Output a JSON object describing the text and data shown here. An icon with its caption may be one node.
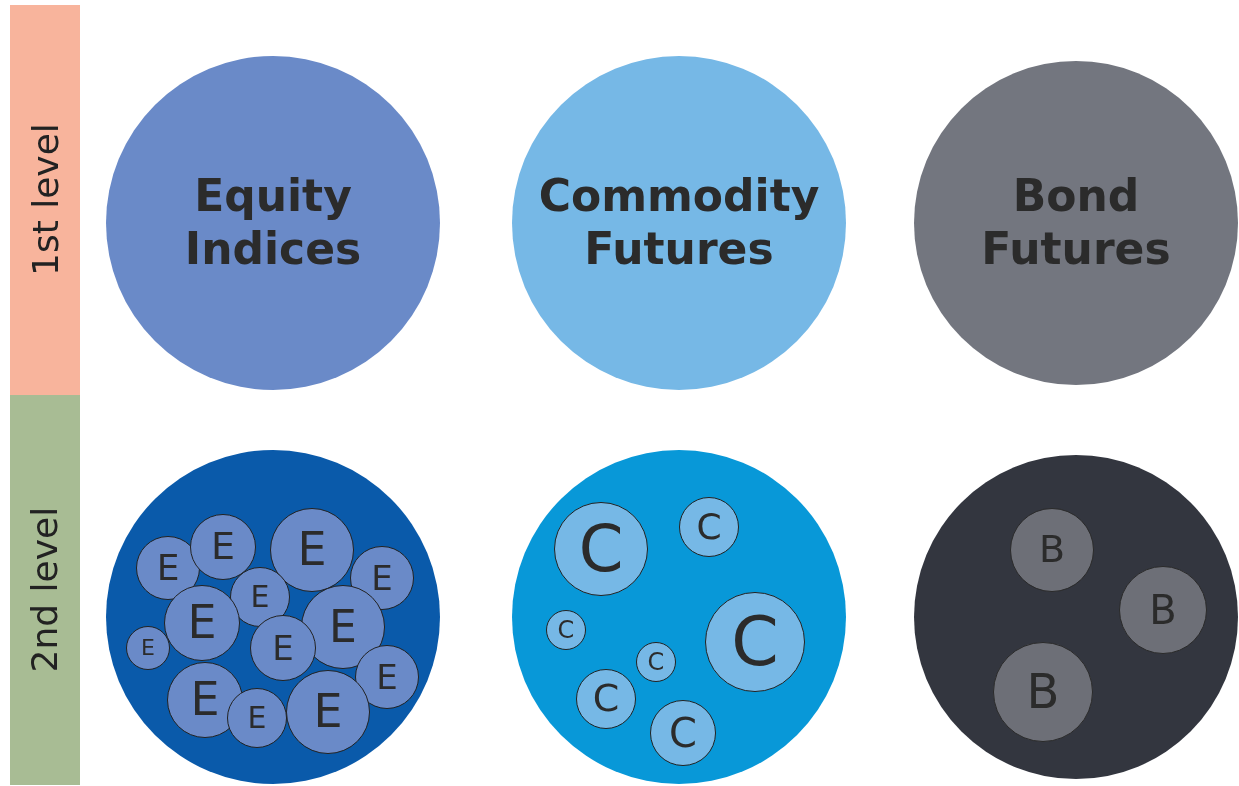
{
  "diagram": {
    "nodes": [
      {
        "text": [
          "1st level"
        ]
      },
      {
        "text": [
          "Equity Indices"
        ]
      },
      {
        "text": [
          "Commodity Futures"
        ]
      },
      {
        "text": [
          "Bond Futures"
        ]
      },
      {
        "text": [
          "2nd level"
        ]
      },
      {
        "text": [],
        "shape": "circle"
      },
      {
        "text": [
          "E"
        ],
        "in": 5
      },
      {
        "text": [
          "E"
        ],
        "in": 5
      },
      {
        "text": [
          "E"
        ],
        "in": 5
      },
      {
        "text": [
          "E"
        ],
        "in": 5
      },
      {
        "text": [
          "E"
        ],
        "in": 5
      },
      {
        "text": [
          "E"
        ],
        "in": 5
      },
      {
        "text": [
          "E"
        ],
        "in": 5
      },
      {
        "text": [
          "E"
        ],
        "in": 5
      },
      {
        "text": [
          "E"
        ],
        "in": 5
      },
      {
        "text": [
          "E"
        ],
        "in": 5
      },
      {
        "text": [
          "E"
        ],
        "in": 5
      },
      {
        "text": [
          "E"
        ],
        "in": 5
      },
      {
        "text": [
          "E"
        ],
        "in": 5
      },
      {
        "text": [],
        "shape": "circle"
      },
      {
        "text": [
          "C"
        ],
        "in": 19
      },
      {
        "text": [
          "C"
        ],
        "in": 19
      },
      {
        "text": [
          "C"
        ],
        "in": 19
      },
      {
        "text": [
          "C"
        ],
        "in": 19
      },
      {
        "text": [
          "C"
        ],
        "in": 19
      },
      {
        "text": [
          "C"
        ],
        "in": 19
      },
      {
        "text": [
          "C"
        ],
        "in": 19
      },
      {
        "text": [],
        "shape": "circle"
      },
      {
        "text": [
          "B"
        ],
        "in": 27
      },
      {
        "text": [
          "B"
        ],
        "in": 27
      },
      {
        "text": [
          "B"
        ],
        "in": 27
      }
    ],
    "edges": []
  }
}
